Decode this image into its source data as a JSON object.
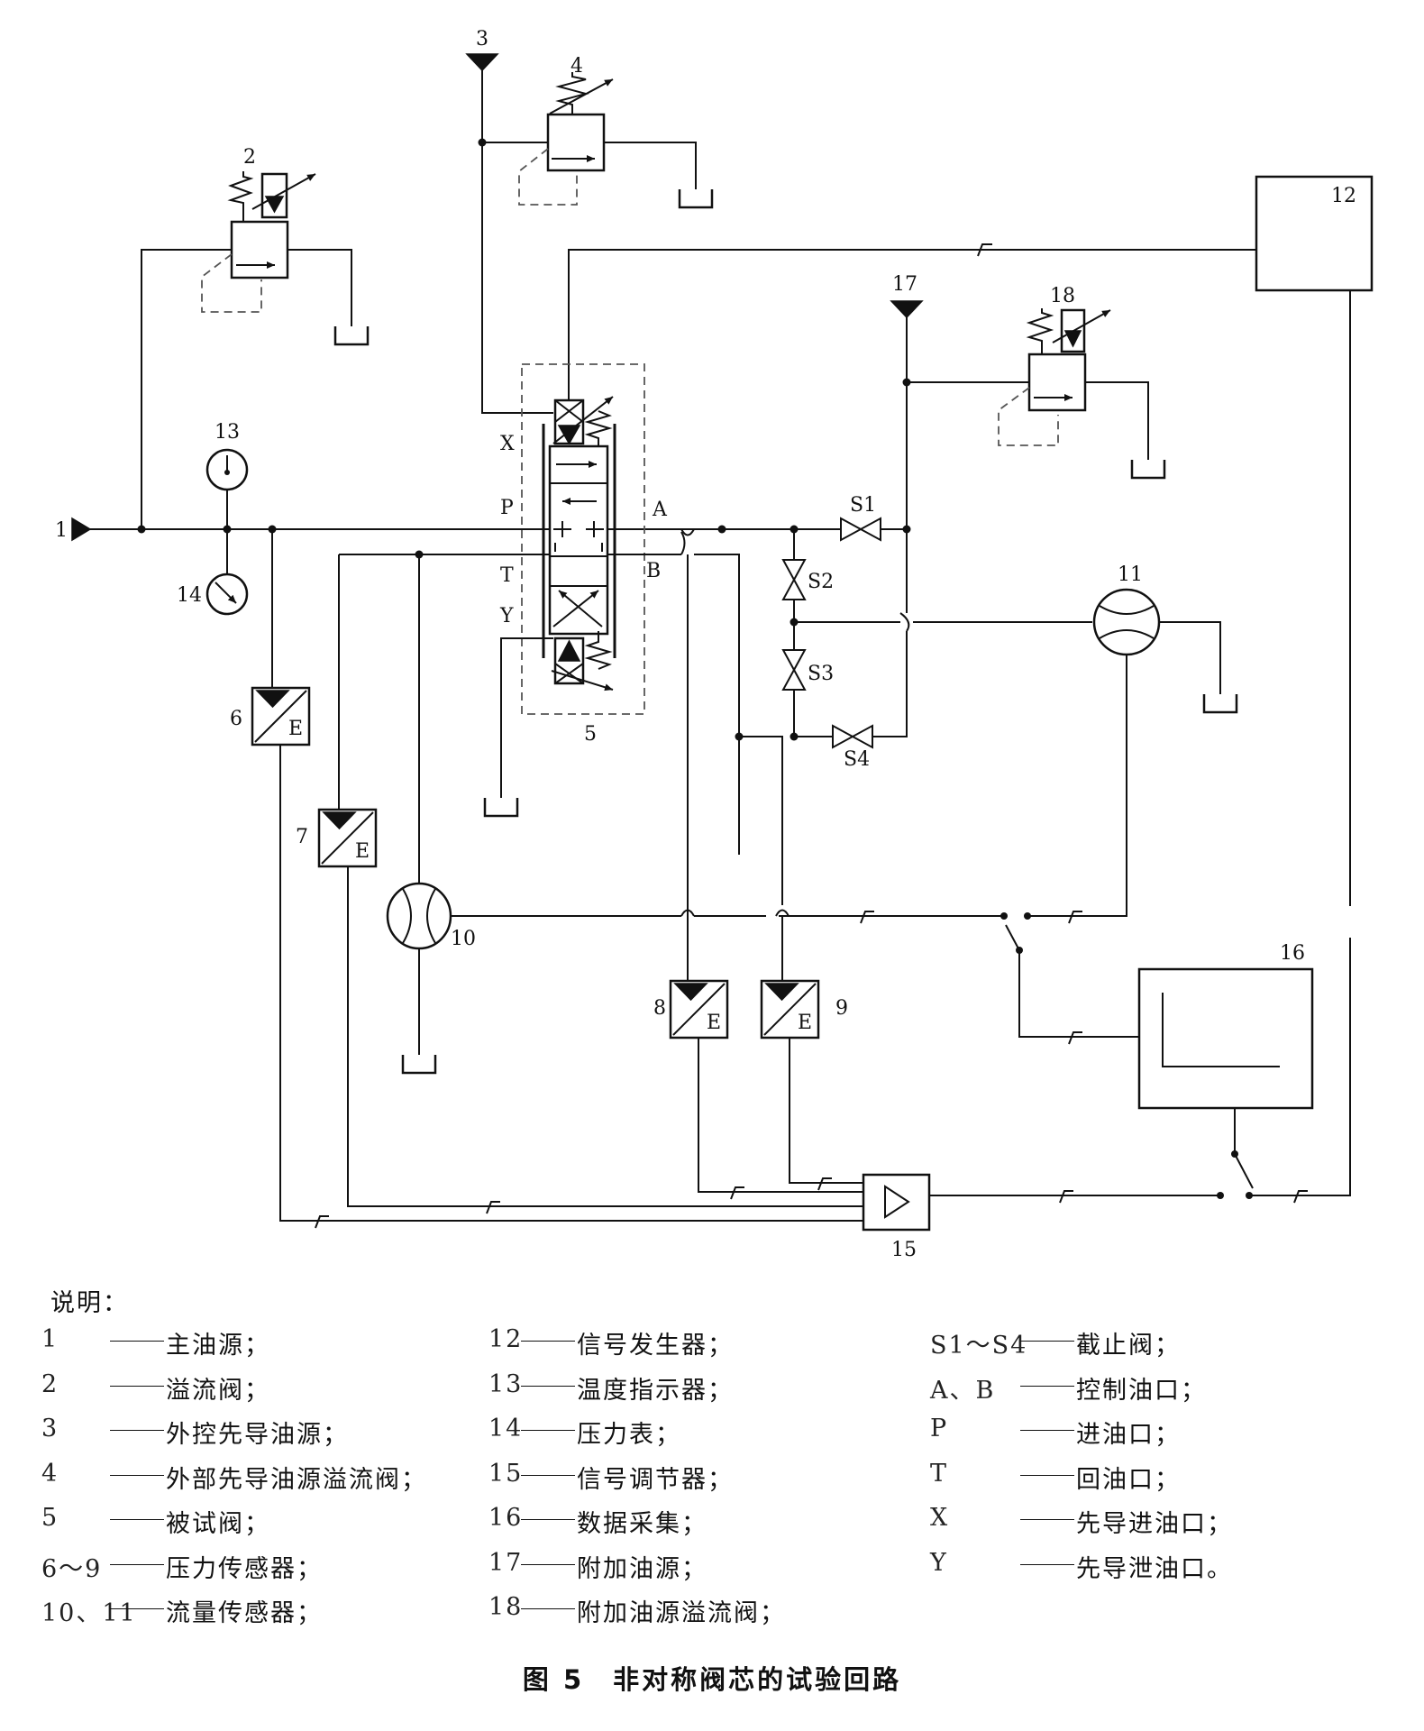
{
  "labels": {
    "n1": "1",
    "n2": "2",
    "n3": "3",
    "n4": "4",
    "n5": "5",
    "n6": "6",
    "n7": "7",
    "n8": "8",
    "n9": "9",
    "n10": "10",
    "n11": "11",
    "n12": "12",
    "n13": "13",
    "n14": "14",
    "n15": "15",
    "n16": "16",
    "n17": "17",
    "n18": "18",
    "X": "X",
    "P": "P",
    "T": "T",
    "Y": "Y",
    "A": "A",
    "B": "B",
    "S1": "S1",
    "S2": "S2",
    "S3": "S3",
    "S4": "S4",
    "E": "E"
  },
  "legend": {
    "title": "说明：",
    "col1": [
      {
        "code": "1",
        "desc": "主油源；"
      },
      {
        "code": "2",
        "desc": "溢流阀；"
      },
      {
        "code": "3",
        "desc": "外控先导油源；"
      },
      {
        "code": "4",
        "desc": "外部先导油源溢流阀；"
      },
      {
        "code": "5",
        "desc": "被试阀；"
      },
      {
        "code": "6～9",
        "desc": "压力传感器；"
      },
      {
        "code": "10、11",
        "desc": "流量传感器；"
      }
    ],
    "col2": [
      {
        "code": "12",
        "desc": "信号发生器；"
      },
      {
        "code": "13",
        "desc": "温度指示器；"
      },
      {
        "code": "14",
        "desc": "压力表；"
      },
      {
        "code": "15",
        "desc": "信号调节器；"
      },
      {
        "code": "16",
        "desc": "数据采集；"
      },
      {
        "code": "17",
        "desc": "附加油源；"
      },
      {
        "code": "18",
        "desc": "附加油源溢流阀；"
      }
    ],
    "col3": [
      {
        "code": "S1～S4",
        "desc": "截止阀；"
      },
      {
        "code": "A、B",
        "desc": "控制油口；"
      },
      {
        "code": "P",
        "desc": "进油口；"
      },
      {
        "code": "T",
        "desc": "回油口；"
      },
      {
        "code": "X",
        "desc": "先导进油口；"
      },
      {
        "code": "Y",
        "desc": "先导泄油口。"
      }
    ]
  },
  "caption": "图 5　非对称阀芯的试验回路"
}
